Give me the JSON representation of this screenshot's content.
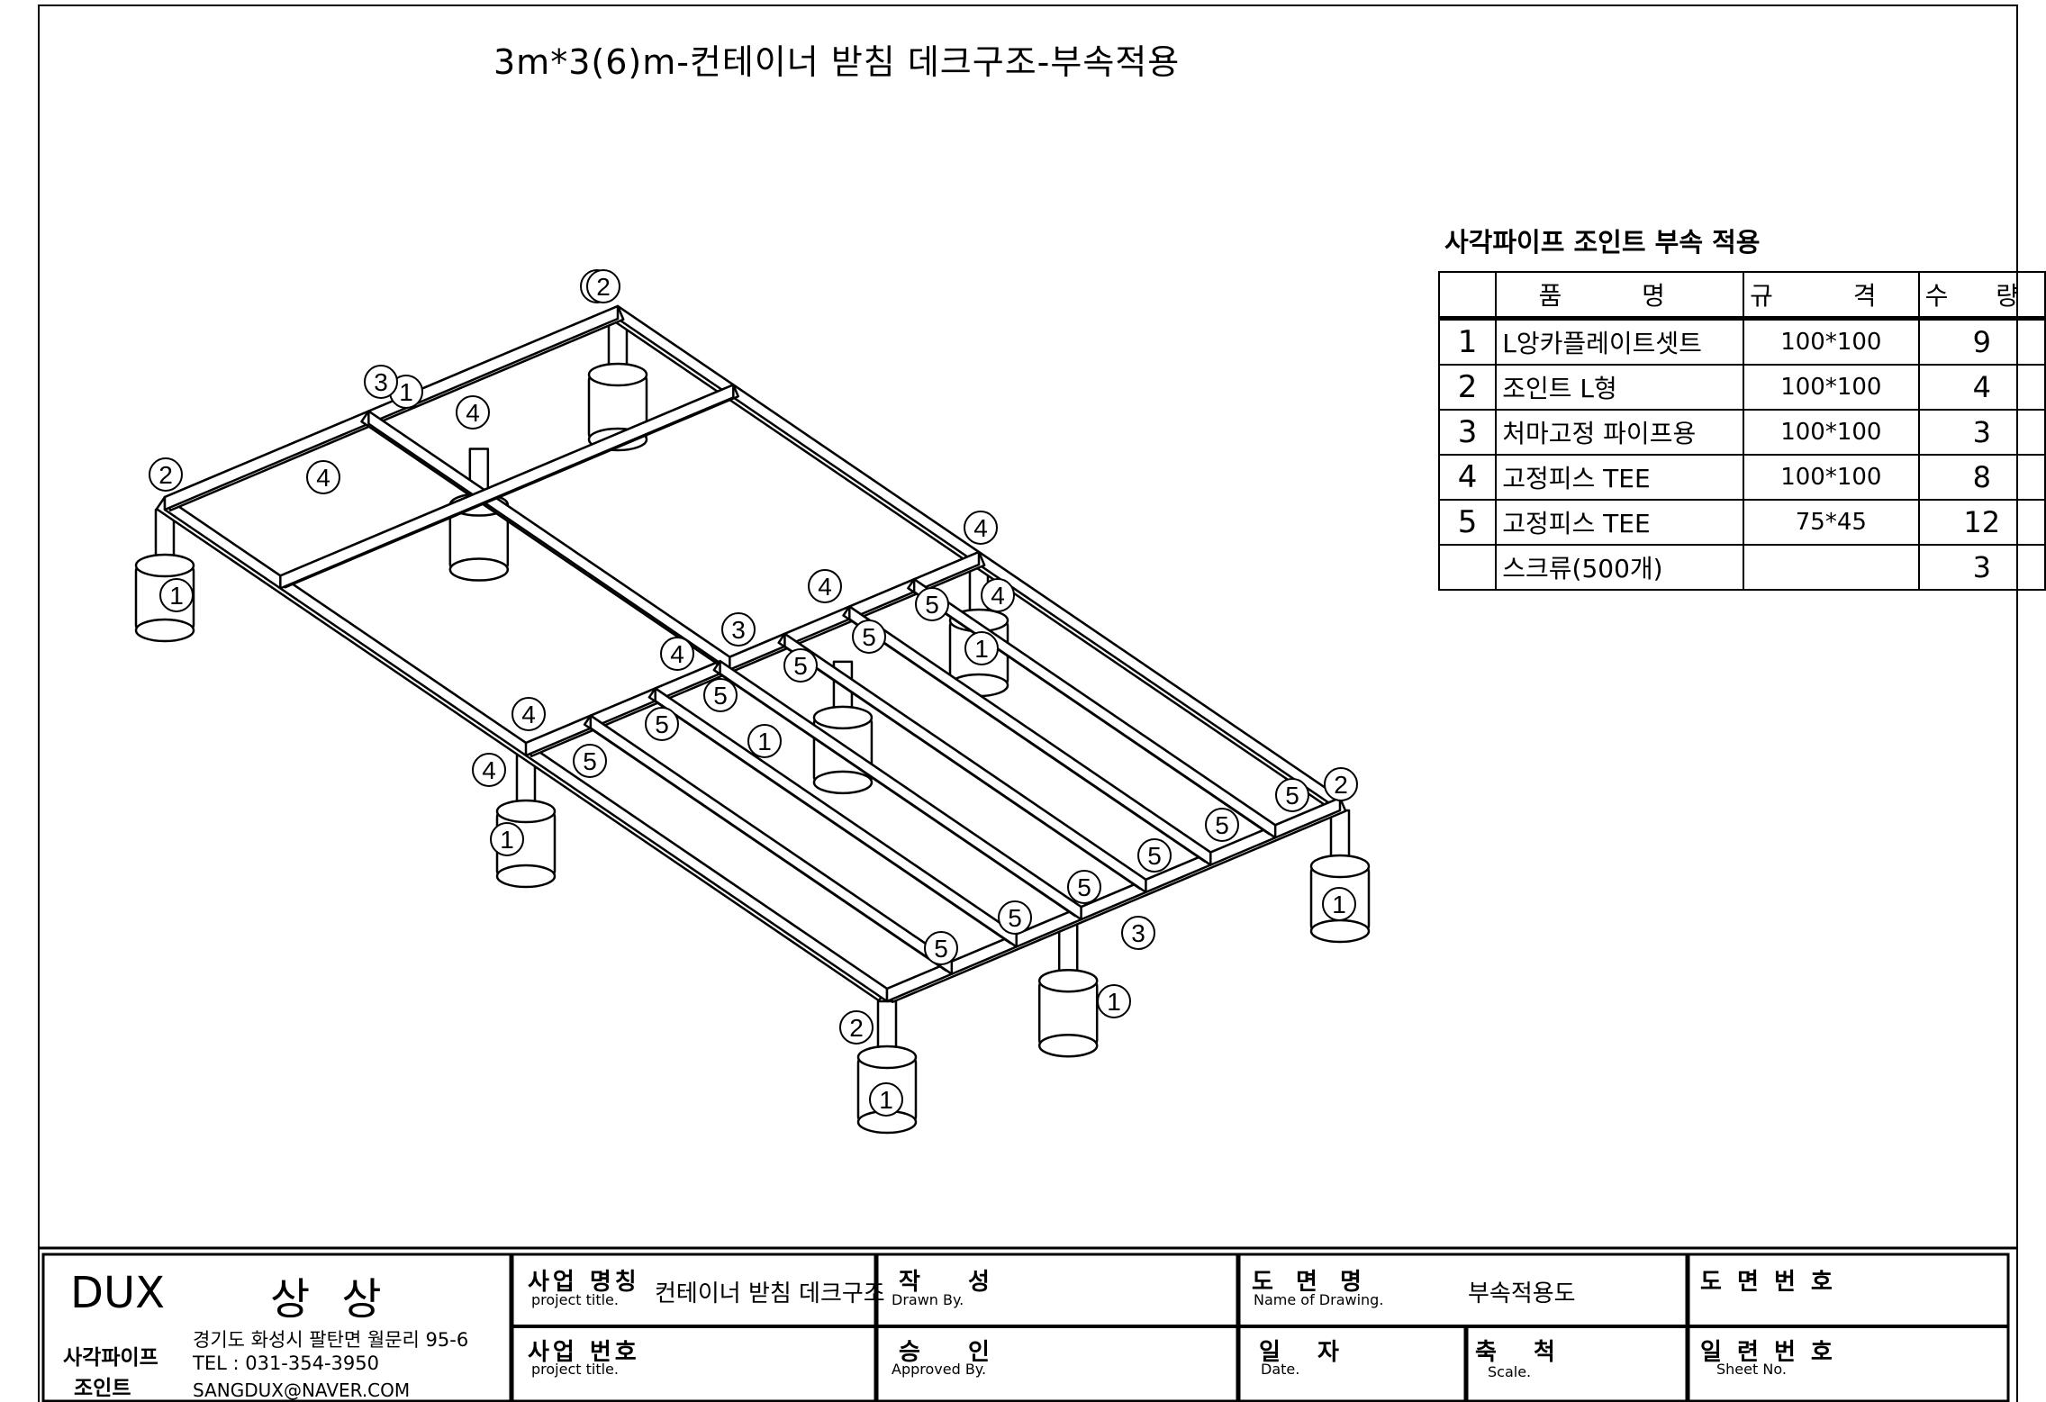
{
  "title": "3m*3(6)m-컨테이너 받침 데크구조-부속적용",
  "parts_table": {
    "caption": "사각파이프 조인트 부속 적용",
    "headers": {
      "no": "",
      "name": "품 명",
      "spec": "규 격",
      "qty": "수 량"
    },
    "rows": [
      {
        "no": "1",
        "name": "L앙카플레이트셋트",
        "spec": "100*100",
        "qty": "9"
      },
      {
        "no": "2",
        "name": "조인트 L형",
        "spec": "100*100",
        "qty": "4"
      },
      {
        "no": "3",
        "name": "처마고정 파이프용",
        "spec": "100*100",
        "qty": "3"
      },
      {
        "no": "4",
        "name": "고정피스 TEE",
        "spec": "100*100",
        "qty": "8"
      },
      {
        "no": "5",
        "name": "고정피스 TEE",
        "spec": "75*45",
        "qty": "12"
      },
      {
        "no": "",
        "name": "스크류(500개)",
        "spec": "",
        "qty": "3"
      }
    ]
  },
  "callout_numbers": [
    "1",
    "2",
    "3",
    "4",
    "5"
  ],
  "title_block": {
    "company": {
      "brand": "DUX",
      "name": "상 상",
      "sub1": "사각파이프",
      "sub2": "조인트",
      "address": "경기도 화성시 팔탄면 월문리 95-6",
      "tel": "TEL : 031-354-3950",
      "email": "SANGDUX@NAVER.COM"
    },
    "project_name": {
      "label_k": "사업 명칭",
      "label_e": "project title.",
      "value": "컨테이너 받침 데크구조"
    },
    "project_no": {
      "label_k": "사업 번호",
      "label_e": "project title."
    },
    "drawn_by": {
      "label_k": "작 성",
      "label_e": "Drawn By."
    },
    "approved_by": {
      "label_k": "승 인",
      "label_e": "Approved By."
    },
    "drawing_name": {
      "label_k": "도 면 명",
      "label_e": "Name of Drawing.",
      "value": "부속적용도"
    },
    "date": {
      "label_k": "일 자",
      "label_e": "Date."
    },
    "scale": {
      "label_k": "축 척",
      "label_e": "Scale."
    },
    "drawing_no": {
      "label_k": "도 면 번 호"
    },
    "sheet_no": {
      "label_k": "일 련 번 호",
      "label_e": "Sheet No."
    }
  }
}
